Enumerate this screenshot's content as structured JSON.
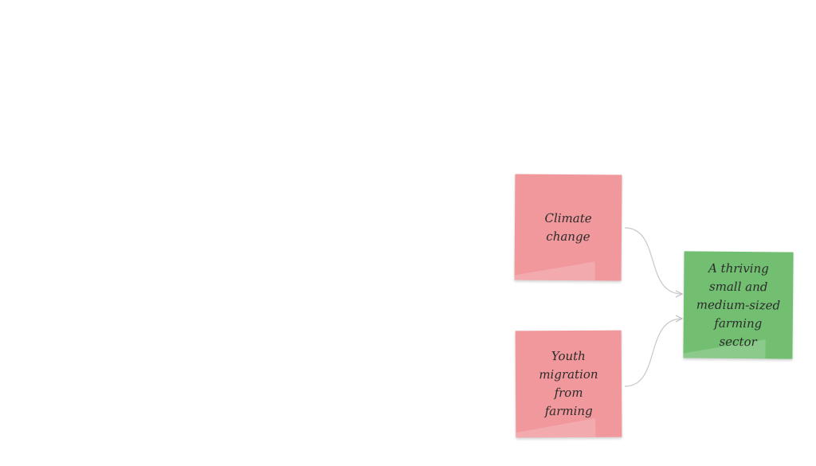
{
  "board": {
    "notes": [
      {
        "id": "climate",
        "text": "Climate\nchange",
        "color": "#f0989c"
      },
      {
        "id": "youth",
        "text": "Youth\nmigration\nfrom\nfarming",
        "color": "#f0989c"
      },
      {
        "id": "thriving",
        "text": "A thriving\nsmall and\nmedium-sized\nfarming\nsector",
        "color": "#72bf72"
      }
    ],
    "connectors": [
      {
        "from": "climate",
        "to": "thriving"
      },
      {
        "from": "youth",
        "to": "thriving"
      }
    ],
    "colors": {
      "background": "#ffffff",
      "connector": "#c8c8c8"
    }
  }
}
